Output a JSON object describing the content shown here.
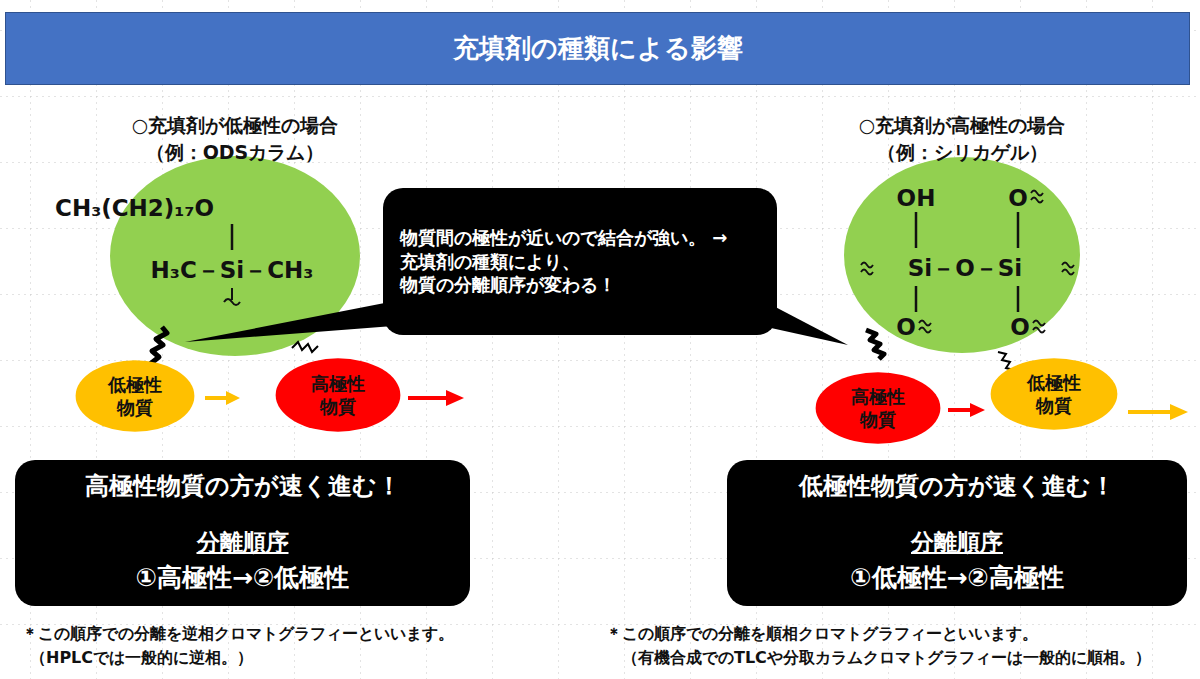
{
  "diagram": {
    "title": "充填剤の種類による影響",
    "nodes": [
      {
        "text": [
          "低極性 物質"
        ]
      },
      {
        "text": [
          "高極性 物質"
        ]
      },
      {
        "text": [
          "物質間の極性が近いので結合が強い。 →充填剤の種類により、 物質の分離順序が変わる！"
        ]
      },
      {
        "text": [
          "高極性物質の方が速く進む！",
          "分離順序",
          "①高極性→②低極性"
        ]
      },
      {
        "text": [
          "高極性 物質"
        ]
      },
      {
        "text": [
          "低極性 物質"
        ]
      },
      {
        "text": [
          "低極性物質の方が速く進む！",
          "分離順序",
          "①低極性→②高極性"
        ]
      }
    ],
    "labels": [
      "○充填剤が低極性の場合",
      "（例：ODSカラム）",
      "CH₃(CH2)₁₇O",
      "H₃C－Si－CH₃",
      "○充填剤が高極性の場合",
      "（例：シリカゲル）",
      "OH",
      "O",
      "Si－O－Si",
      "O",
      "O",
      "＊この順序での分離を逆相クロマトグラフィーといいます。",
      "（HPLCでは一般的に逆相。）",
      "＊この順序での分離を順相クロマトグラフィーといいます。",
      "（有機合成でのTLCや分取カラムクロマトグラフィーは一般的に順相。）"
    ]
  }
}
